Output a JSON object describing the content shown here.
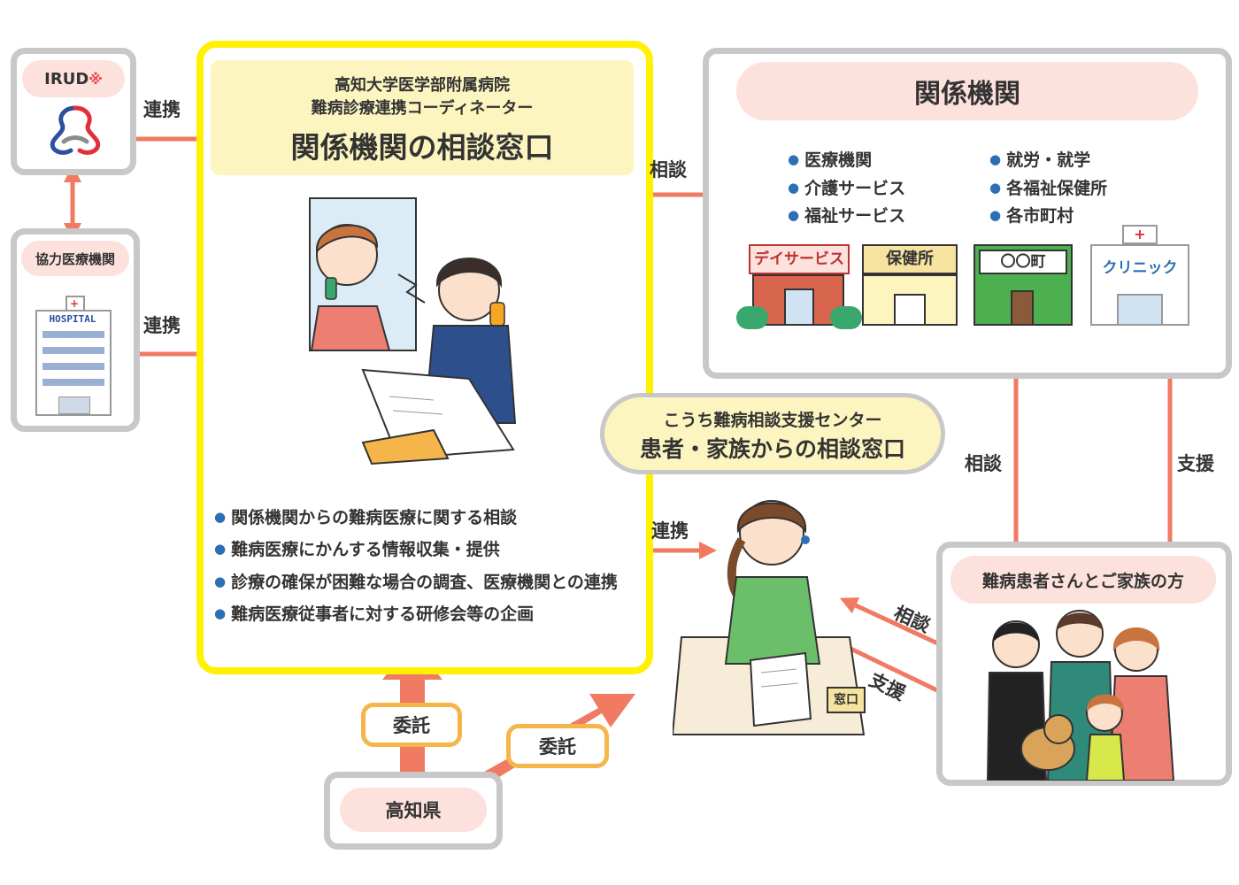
{
  "irud": {
    "label": "IRUD",
    "mark": "※"
  },
  "kyoryoku": {
    "label": "協力医療機関",
    "hospital_sign": "HOSPITAL"
  },
  "links": {
    "renkei": "連携",
    "sodan": "相談",
    "shien": "支援",
    "itaku": "委託"
  },
  "center": {
    "line1": "高知大学医学部附属病院",
    "line2": "難病診療連携コーディネーター",
    "title": "関係機関の相談窓口",
    "bullets": [
      "関係機関からの難病医療に関する相談",
      "難病医療にかんする情報収集・提供",
      "診療の確保が困難な場合の調査、医療機関との連携",
      "難病医療従事者に対する研修会等の企画"
    ]
  },
  "kankei": {
    "title": "関係機関",
    "left_items": [
      "医療機関",
      "介護サービス",
      "福祉サービス"
    ],
    "right_items": [
      "就労・就学",
      "各福祉保健所",
      "各市町村"
    ],
    "buildings": [
      "デイサービス",
      "保健所",
      "〇〇町",
      "クリニック"
    ]
  },
  "kochi_center": {
    "line1": "こうち難病相談支援センター",
    "line2": "患者・家族からの相談窓口"
  },
  "madoguchi": "窓口",
  "patients": {
    "label": "難病患者さんとご家族の方"
  },
  "prefecture": {
    "label": "高知県"
  },
  "colors": {
    "arrow": "#f07a62",
    "yellow": "#fff100",
    "pink": "#fde1dc",
    "gray": "#c8c8c8",
    "orange": "#f5b54a"
  }
}
